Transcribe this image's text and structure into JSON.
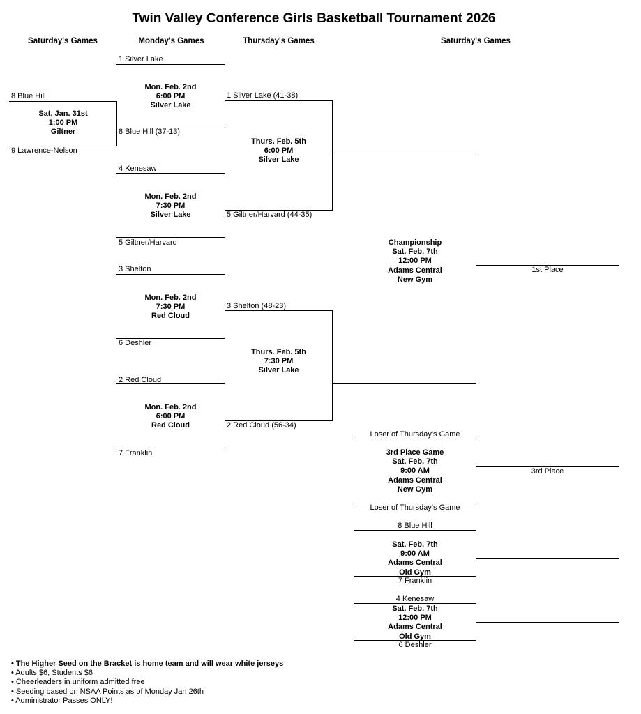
{
  "title": "Twin Valley Conference Girls Basketball Tournament 2026",
  "column_headers": {
    "saturday_first": "Saturday's Games",
    "monday": "Monday's Games",
    "thursday": "Thursday's Games",
    "saturday_final": "Saturday's Games"
  },
  "play_in": {
    "top_team": "8 Blue Hill",
    "bottom_team": "9 Lawrence-Nelson",
    "info": [
      "Sat. Jan. 31st",
      "1:00 PM",
      "Giltner"
    ]
  },
  "monday_games": [
    {
      "top_team": "1 Silver Lake",
      "bottom_team": "8 Blue Hill (37-13)",
      "info": [
        "Mon. Feb. 2nd",
        "6:00 PM",
        "Silver Lake"
      ]
    },
    {
      "top_team": "4 Kenesaw",
      "bottom_team": "5 Giltner/Harvard",
      "info": [
        "Mon. Feb. 2nd",
        "7:30 PM",
        "Silver Lake"
      ]
    },
    {
      "top_team": "3 Shelton",
      "bottom_team": "6 Deshler",
      "info": [
        "Mon. Feb. 2nd",
        "7:30 PM",
        "Red Cloud"
      ]
    },
    {
      "top_team": "2 Red Cloud",
      "bottom_team": "7 Franklin",
      "info": [
        "Mon. Feb. 2nd",
        "6:00 PM",
        "Red Cloud"
      ]
    }
  ],
  "thursday_games": [
    {
      "top_team": "1 Silver Lake (41-38)",
      "bottom_team": "5 Giltner/Harvard (44-35)",
      "info": [
        "Thurs. Feb. 5th",
        "6:00 PM",
        "Silver Lake"
      ]
    },
    {
      "top_team": "3 Shelton (48-23)",
      "bottom_team": "2 Red Cloud (56-34)",
      "info": [
        "Thurs. Feb. 5th",
        "7:30 PM",
        "Silver Lake"
      ]
    }
  ],
  "championship": {
    "info": [
      "Championship",
      "Sat. Feb. 7th",
      "12:00 PM",
      "Adams Central",
      "New Gym"
    ],
    "result_label": "1st Place"
  },
  "third_place": {
    "top_team": "Loser of Thursday's Game",
    "bottom_team": "Loser of Thursday's Game",
    "info": [
      "3rd Place Game",
      "Sat. Feb. 7th",
      "9:00 AM",
      "Adams Central",
      "New Gym"
    ],
    "result_label": "3rd Place"
  },
  "consolation_games": [
    {
      "top_team": "8 Blue Hill",
      "bottom_team": "7 Franklin",
      "info": [
        "Sat. Feb. 7th",
        "9:00 AM",
        "Adams Central",
        "Old Gym"
      ]
    },
    {
      "top_team": "4 Kenesaw",
      "bottom_team": "6 Deshler",
      "info": [
        "Sat. Feb. 7th",
        "12:00 PM",
        "Adams Central",
        "Old Gym"
      ]
    }
  ],
  "notes": [
    "• The Higher Seed on the Bracket is home team and will wear white jerseys",
    "• Adults $6, Students $6",
    "• Cheerleaders in uniform admitted free",
    "• Seeding based on NSAA Points as of Monday Jan 26th",
    "• Administrator Passes ONLY!"
  ]
}
